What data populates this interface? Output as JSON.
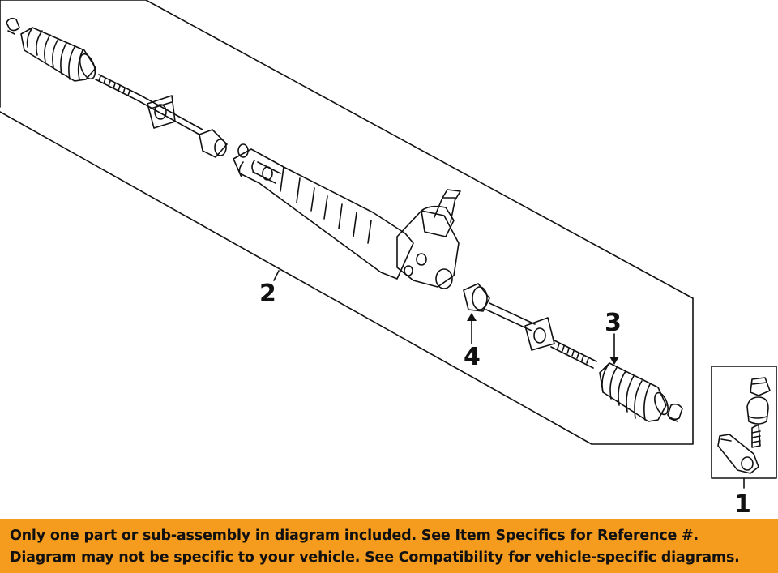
{
  "diagram": {
    "callouts": {
      "tie_rod_end": "1",
      "steering_rack_assembly": "2",
      "boot": "3",
      "inner_tie_rod": "4"
    }
  },
  "notice": {
    "line1": "Only one part or sub-assembly in diagram included. See Item Specifics for Reference #.",
    "line2": "Diagram may not be specific to your vehicle. See Compatibility for vehicle-specific diagrams."
  },
  "colors": {
    "banner": "#f59c1e",
    "line_art": "#111111"
  }
}
